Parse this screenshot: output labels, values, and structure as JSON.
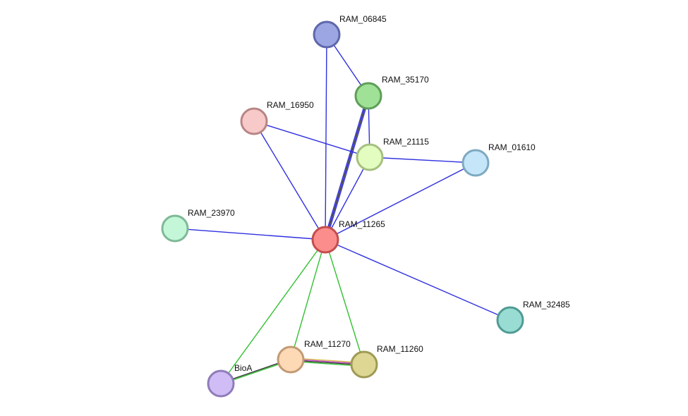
{
  "network": {
    "nodes": [
      {
        "id": "RAM_06845",
        "label": "RAM_06845",
        "fill": "#9ca6e3",
        "stroke": "#5e67ab"
      },
      {
        "id": "RAM_35170",
        "label": "RAM_35170",
        "fill": "#9fe196",
        "stroke": "#5e9e57"
      },
      {
        "id": "RAM_16950",
        "label": "RAM_16950",
        "fill": "#f7c9c9",
        "stroke": "#b88585"
      },
      {
        "id": "RAM_21115",
        "label": "RAM_21115",
        "fill": "#e2fdbf",
        "stroke": "#a5c07f"
      },
      {
        "id": "RAM_01610",
        "label": "RAM_01610",
        "fill": "#c5e6f8",
        "stroke": "#7ea9c1"
      },
      {
        "id": "RAM_23970",
        "label": "RAM_23970",
        "fill": "#c3f7d8",
        "stroke": "#7fb997"
      },
      {
        "id": "RAM_11265",
        "label": "RAM_11265",
        "fill": "#fb8d8d",
        "stroke": "#c34d4d"
      },
      {
        "id": "RAM_32485",
        "label": "RAM_32485",
        "fill": "#98dcd4",
        "stroke": "#4f9b93"
      },
      {
        "id": "RAM_11270",
        "label": "RAM_11270",
        "fill": "#fdd9b6",
        "stroke": "#c29a73"
      },
      {
        "id": "RAM_11260",
        "label": "RAM_11260",
        "fill": "#ddd793",
        "stroke": "#9f9a55"
      },
      {
        "id": "BioA",
        "label": "BioA",
        "fill": "#d0bdf5",
        "stroke": "#8f7cb9"
      }
    ],
    "edges": [
      {
        "source": "RAM_06845",
        "target": "RAM_11265",
        "colors": [
          "#3030e0"
        ]
      },
      {
        "source": "RAM_06845",
        "target": "RAM_35170",
        "colors": [
          "#3030e0"
        ]
      },
      {
        "source": "RAM_35170",
        "target": "RAM_11265",
        "colors": [
          "#3030e0",
          "#333333",
          "#3030e0"
        ]
      },
      {
        "source": "RAM_35170",
        "target": "RAM_21115",
        "colors": [
          "#3030e0"
        ]
      },
      {
        "source": "RAM_16950",
        "target": "RAM_11265",
        "colors": [
          "#3030e0"
        ]
      },
      {
        "source": "RAM_16950",
        "target": "RAM_21115",
        "colors": [
          "#3030e0"
        ]
      },
      {
        "source": "RAM_21115",
        "target": "RAM_01610",
        "colors": [
          "#3030e0"
        ]
      },
      {
        "source": "RAM_21115",
        "target": "RAM_11265",
        "colors": [
          "#3030e0"
        ]
      },
      {
        "source": "RAM_01610",
        "target": "RAM_11265",
        "colors": [
          "#3030e0"
        ]
      },
      {
        "source": "RAM_23970",
        "target": "RAM_11265",
        "colors": [
          "#3030e0"
        ]
      },
      {
        "source": "RAM_32485",
        "target": "RAM_11265",
        "colors": [
          "#3030e0"
        ]
      },
      {
        "source": "RAM_11265",
        "target": "BioA",
        "colors": [
          "#33c033"
        ]
      },
      {
        "source": "RAM_11265",
        "target": "RAM_11270",
        "colors": [
          "#33c033"
        ]
      },
      {
        "source": "RAM_11265",
        "target": "RAM_11260",
        "colors": [
          "#33c033"
        ]
      },
      {
        "source": "RAM_11270",
        "target": "RAM_11260",
        "colors": [
          "#d8c050",
          "#c040c0",
          "#333333",
          "#33c033"
        ]
      },
      {
        "source": "BioA",
        "target": "RAM_11270",
        "colors": [
          "#333333",
          "#33c033"
        ]
      }
    ]
  }
}
